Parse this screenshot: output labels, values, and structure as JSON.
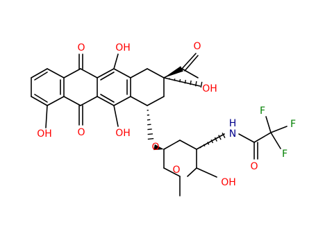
{
  "colors": {
    "bond": "#000000",
    "O": "#ff0000",
    "N": "#00008b",
    "F": "#008000"
  },
  "atoms": [
    {
      "id": "O_top_carbonyl",
      "text": "O",
      "element": "O"
    },
    {
      "id": "O_top_OH",
      "text": "OH",
      "element": "O"
    },
    {
      "id": "O_acetyl",
      "text": "O",
      "element": "O"
    },
    {
      "id": "O_mid_OH",
      "text": "OH",
      "element": "O"
    },
    {
      "id": "O_bottom_carbonyl",
      "text": "O",
      "element": "O"
    },
    {
      "id": "O_left_OH",
      "text": "OH",
      "element": "O"
    },
    {
      "id": "O_bottom_OH",
      "text": "OH",
      "element": "O"
    },
    {
      "id": "O_glycoside",
      "text": "O",
      "element": "O"
    },
    {
      "id": "N_amide",
      "text": "N",
      "element": "N"
    },
    {
      "id": "H_amide",
      "text": "H",
      "element": "N"
    },
    {
      "id": "F_1",
      "text": "F",
      "element": "F"
    },
    {
      "id": "F_2",
      "text": "F",
      "element": "F"
    },
    {
      "id": "F_3",
      "text": "F",
      "element": "F"
    },
    {
      "id": "O_amide",
      "text": "O",
      "element": "O"
    },
    {
      "id": "O_ring",
      "text": "O",
      "element": "O"
    },
    {
      "id": "O_sugar_OH",
      "text": "OH",
      "element": "O"
    }
  ]
}
